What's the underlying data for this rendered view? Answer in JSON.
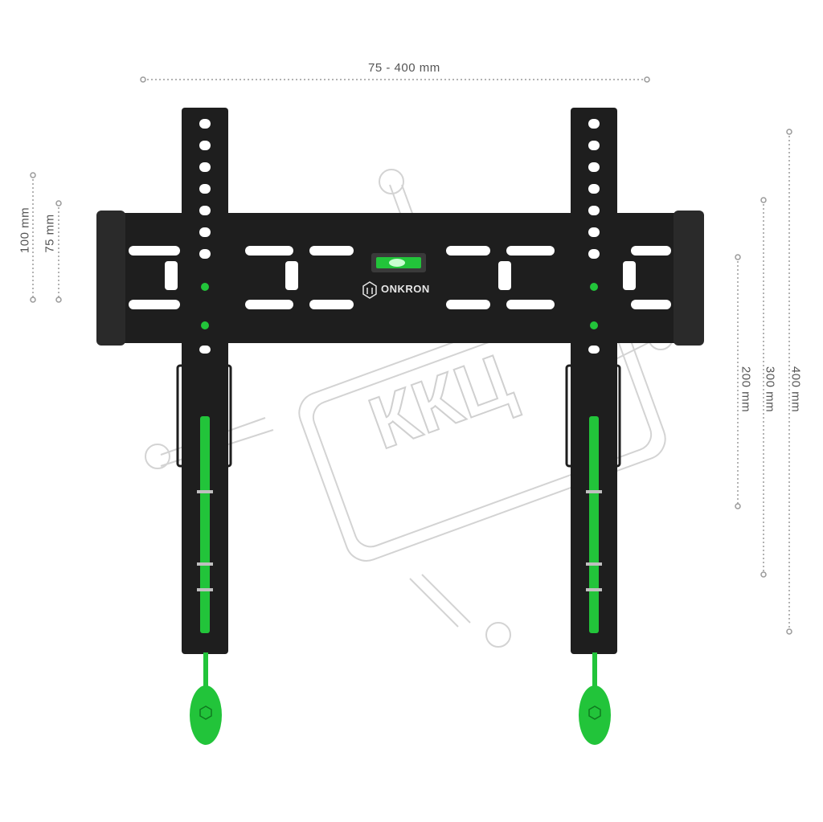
{
  "product": {
    "brand": "ONKRON",
    "watermark_text": "ККЦ",
    "accent_color": "#22c43a",
    "metal_color": "#1e1e1e"
  },
  "dimensions": {
    "width": "75 - 400 mm",
    "left_outer": "100 mm",
    "left_inner": "75 mm",
    "right_200": "200 mm",
    "right_300": "300 mm",
    "right_400": "400 mm"
  },
  "icons": [
    "onkron-logo-icon",
    "bubble-level-icon",
    "pull-tab-icon"
  ]
}
